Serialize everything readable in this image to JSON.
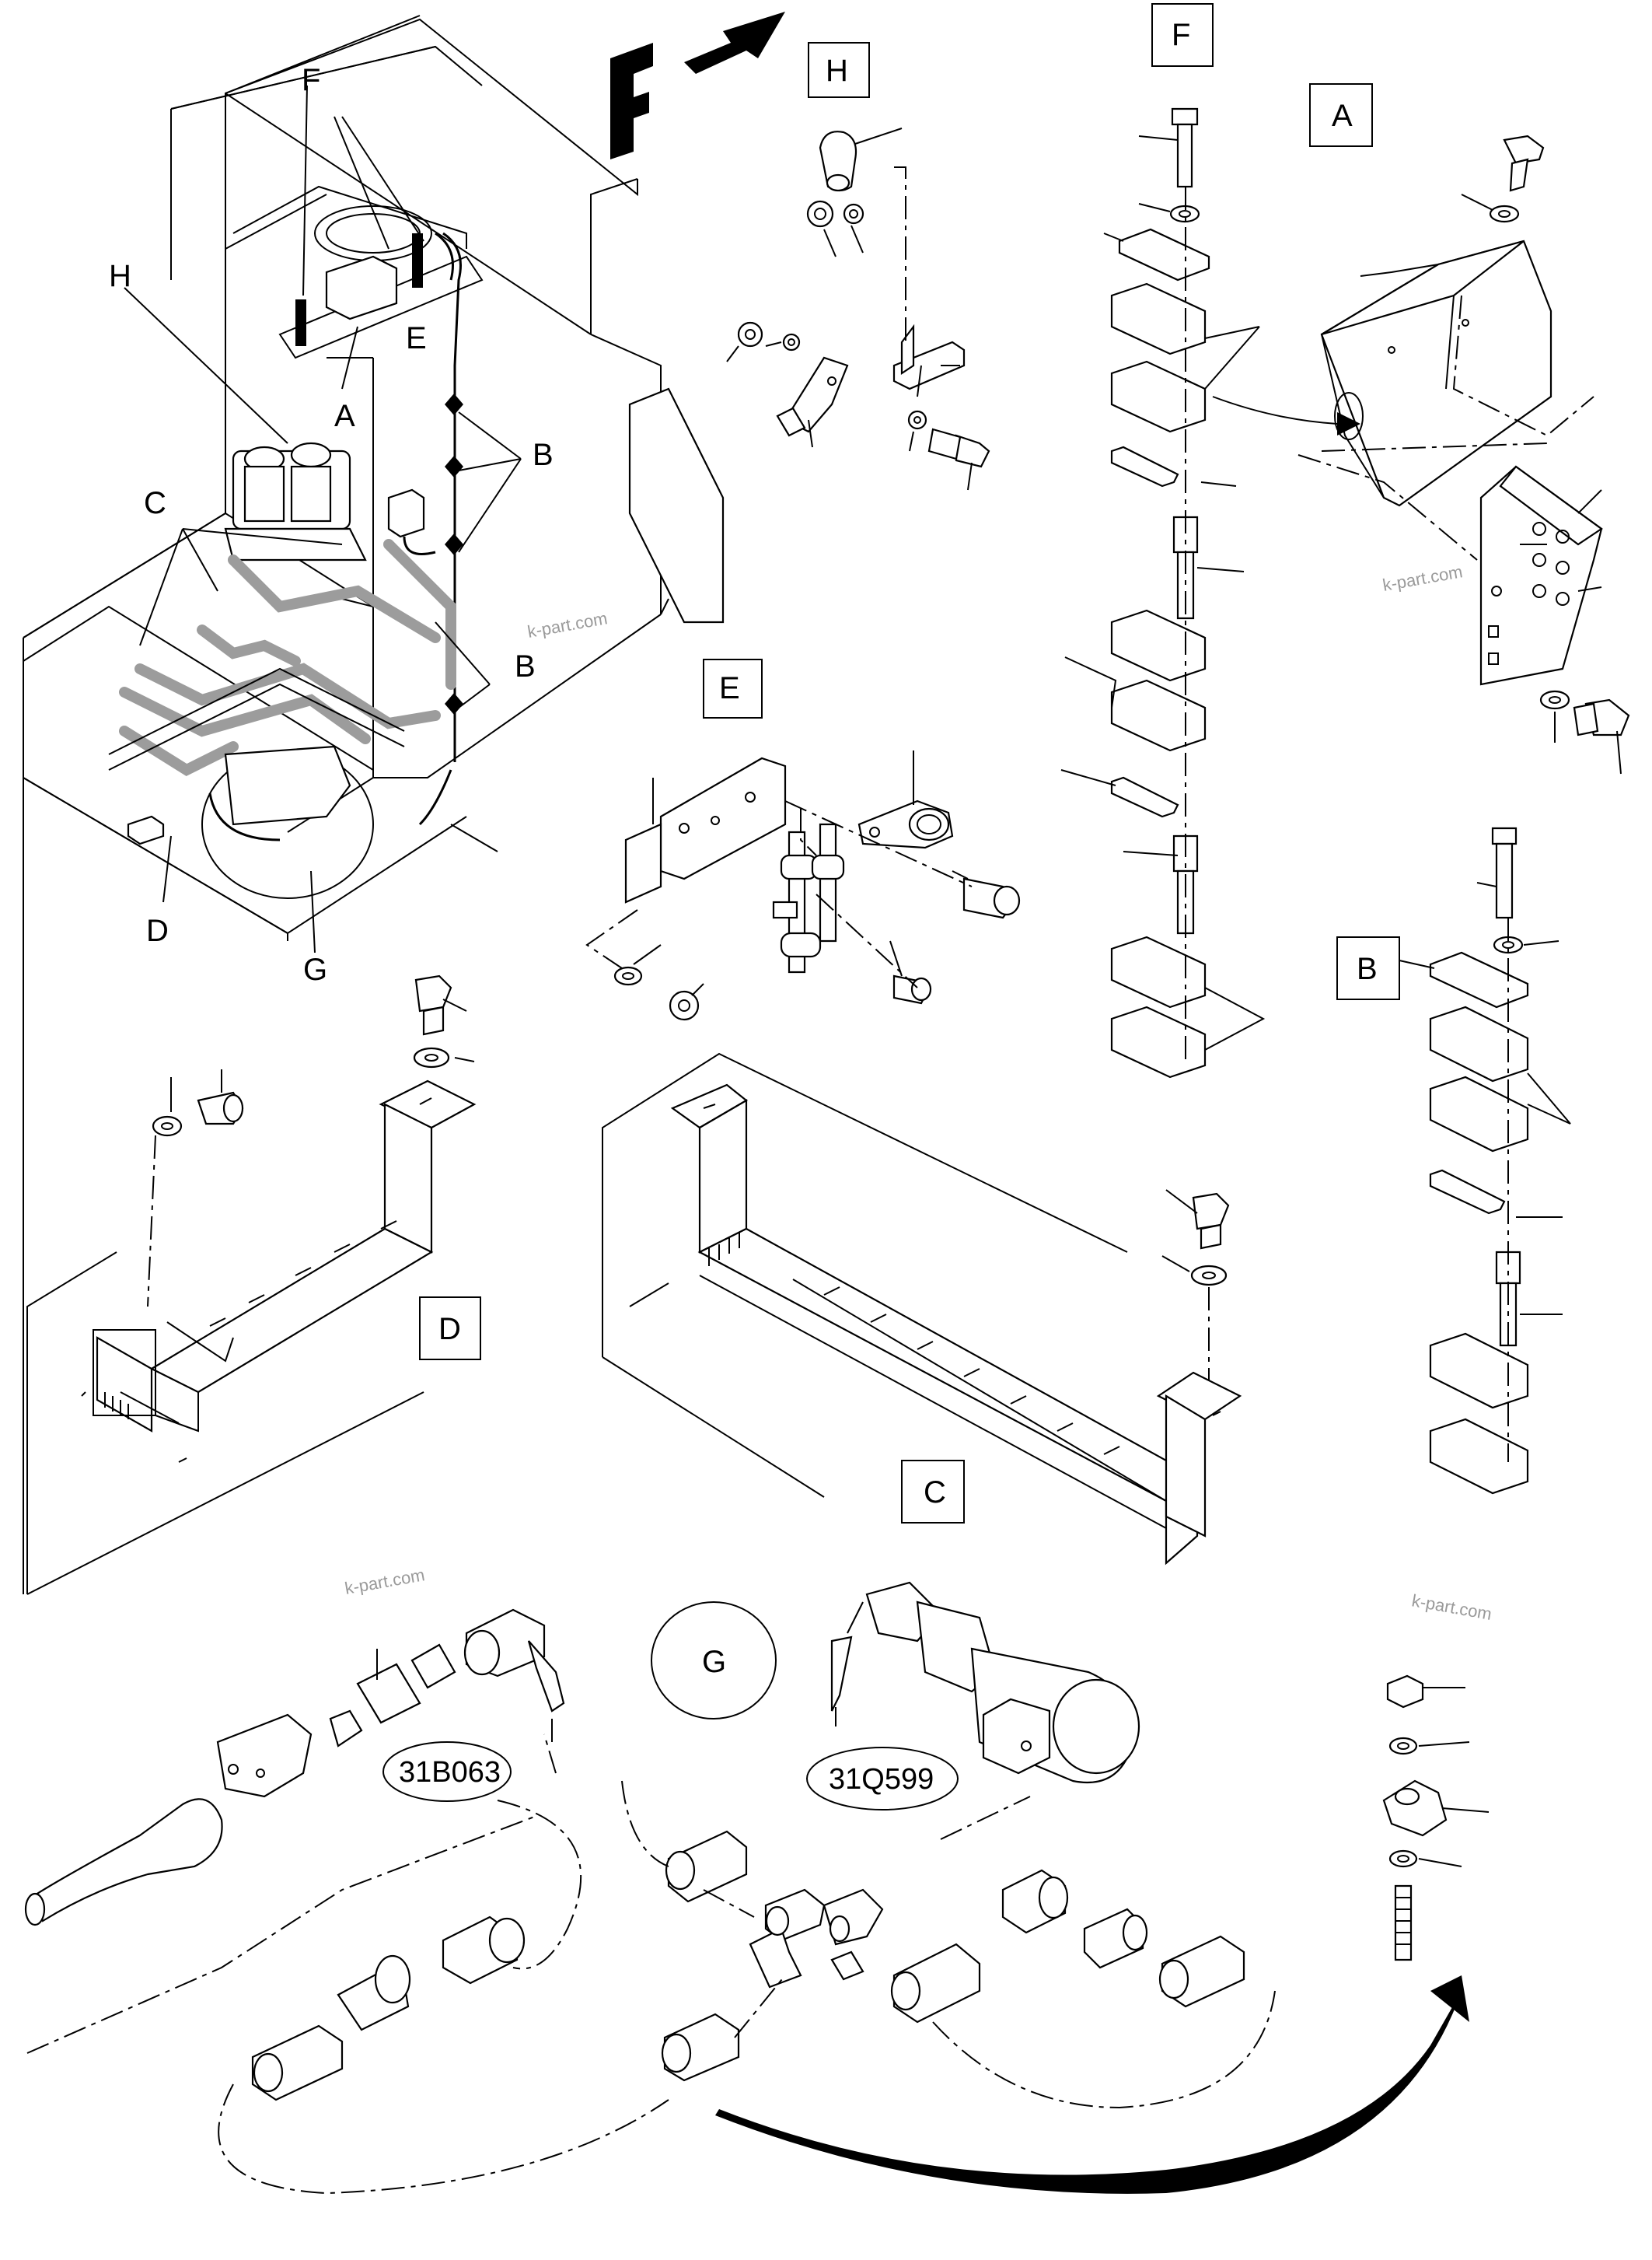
{
  "overview": {
    "labels": [
      "F",
      "H",
      "E",
      "A",
      "C",
      "B",
      "B",
      "D",
      "G"
    ]
  },
  "details": {
    "A": "A",
    "B": "B",
    "C": "C",
    "D": "D",
    "E": "E",
    "F": "F",
    "G": "G",
    "H": "H"
  },
  "part_codes": {
    "left": "31B063",
    "right": "31Q599"
  },
  "watermark": "k-part.com"
}
